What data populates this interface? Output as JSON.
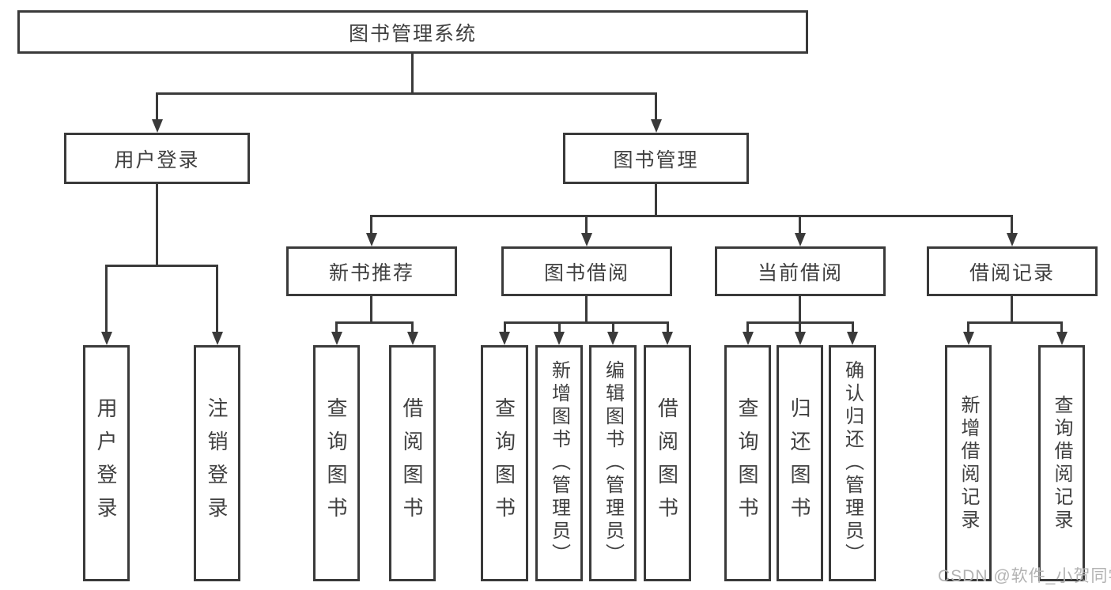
{
  "tree": {
    "root": "图书管理系统",
    "branches": [
      {
        "label": "用户登录",
        "leaves": [
          "用户登录",
          "注销登录"
        ]
      },
      {
        "label": "图书管理",
        "groups": [
          {
            "label": "新书推荐",
            "leaves": [
              "查询图书",
              "借阅图书"
            ]
          },
          {
            "label": "图书借阅",
            "leaves": [
              "查询图书",
              "新增图书（管理员）",
              "编辑图书（管理员）",
              "借阅图书"
            ]
          },
          {
            "label": "当前借阅",
            "leaves": [
              "查询图书",
              "归还图书",
              "确认归还（管理员）"
            ]
          },
          {
            "label": "借阅记录",
            "leaves": [
              "新增借阅记录",
              "查询借阅记录"
            ]
          }
        ]
      }
    ]
  },
  "watermark": "CSDN @软件_小贺同学",
  "colors": {
    "line": "#3a3a3a",
    "text": "#404040",
    "background": "#ffffff",
    "watermark": "#b3b3b3"
  }
}
